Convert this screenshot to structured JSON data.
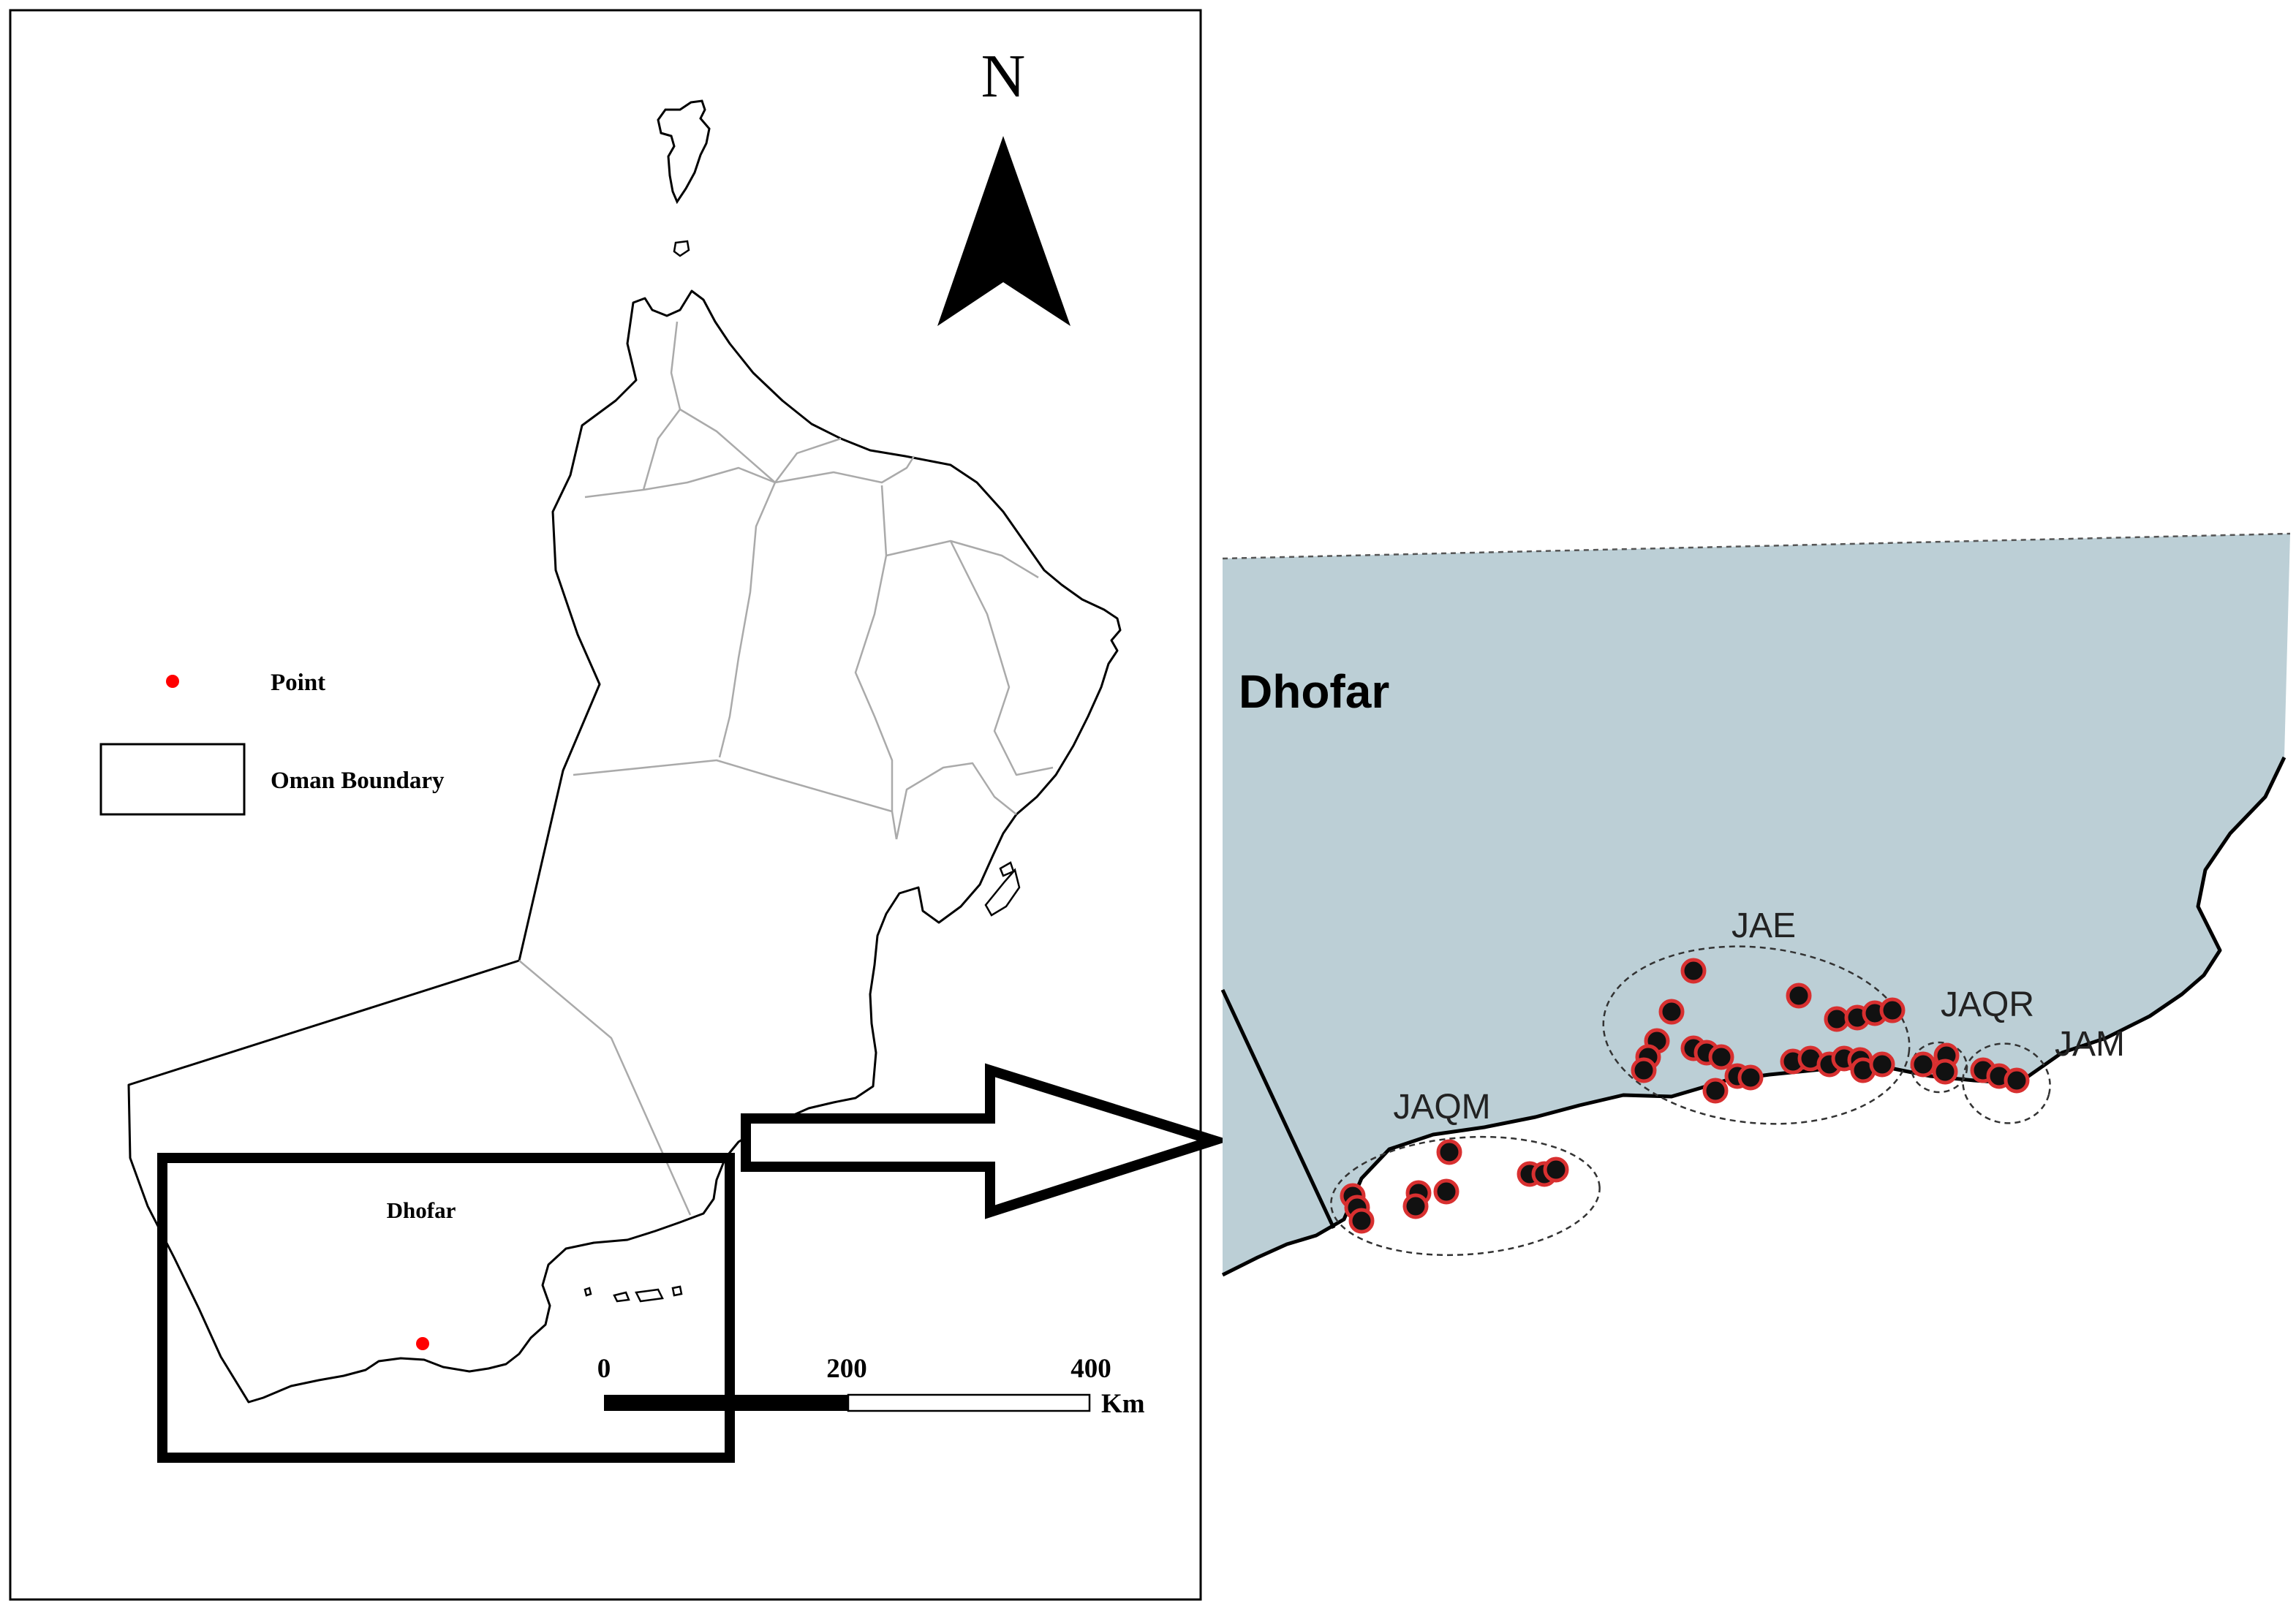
{
  "overview_map": {
    "north_label": "N",
    "legend": {
      "point_label": "Point",
      "boundary_label": "Oman Boundary"
    },
    "region_label": "Dhofar",
    "scale_bar": {
      "tick_labels": [
        "0",
        "200",
        "400"
      ],
      "unit": "Km"
    },
    "colors": {
      "point": "#ff0000",
      "outline": "#000000",
      "internal_borders": "#aaaaaa"
    }
  },
  "inset_map": {
    "region_label": "Dhofar",
    "cluster_labels": {
      "jae": "JAE",
      "jaqr": "JAQR",
      "jam": "JAM",
      "jaqm": "JAQM"
    },
    "colors": {
      "land": "#bccfd6",
      "marker_fill": "#111111",
      "marker_ring": "#d83030"
    }
  },
  "icons": {
    "north_arrow": "north-arrow-icon",
    "pointer_arrow": "right-arrow-icon"
  }
}
